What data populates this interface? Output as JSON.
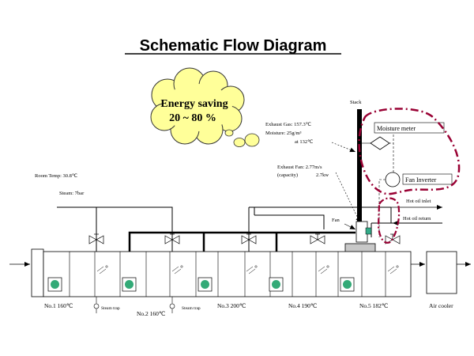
{
  "title": "Schematic Flow Diagram",
  "cloud": {
    "line1": "Energy saving",
    "line2": "20 ~ 80 %",
    "fill_color": "#ffff99"
  },
  "labels": {
    "stack": "Stack",
    "exhaust_gas": "Exhaust Gas: 157.3℃",
    "moisture": "Moisture: 25g/m³",
    "at_temp": "at  132℃",
    "exhaust_fan": "Exhaust Fan: 2.77m/s",
    "capacity": "(capacity)",
    "capacity_kw": "2.7kw",
    "room_temp": "Room Temp: 30.8℃",
    "steam": "Steam: 7bar",
    "fan": "Fan",
    "hot_oil_inlet": "Hot oil inlet",
    "hot_oil_return": "Hot oil return",
    "moisture_meter": "Moisture meter",
    "fan_inverter": "Fan Inverter",
    "air_cooler": "Air cooler"
  },
  "chambers": [
    {
      "label": "No.1 160℃"
    },
    {
      "label": "No.2 160℃"
    },
    {
      "label": "No.3 200℃"
    },
    {
      "label": "No.4 190℃"
    },
    {
      "label": "No.5 182℃"
    }
  ],
  "steam_traps": [
    "Steam trap",
    "Steam trap"
  ],
  "colors": {
    "highlight_ring": "#990033",
    "cloud": "#ffff99",
    "unit_fill": "#33aa77",
    "sensor_fill": "#33aa88"
  }
}
